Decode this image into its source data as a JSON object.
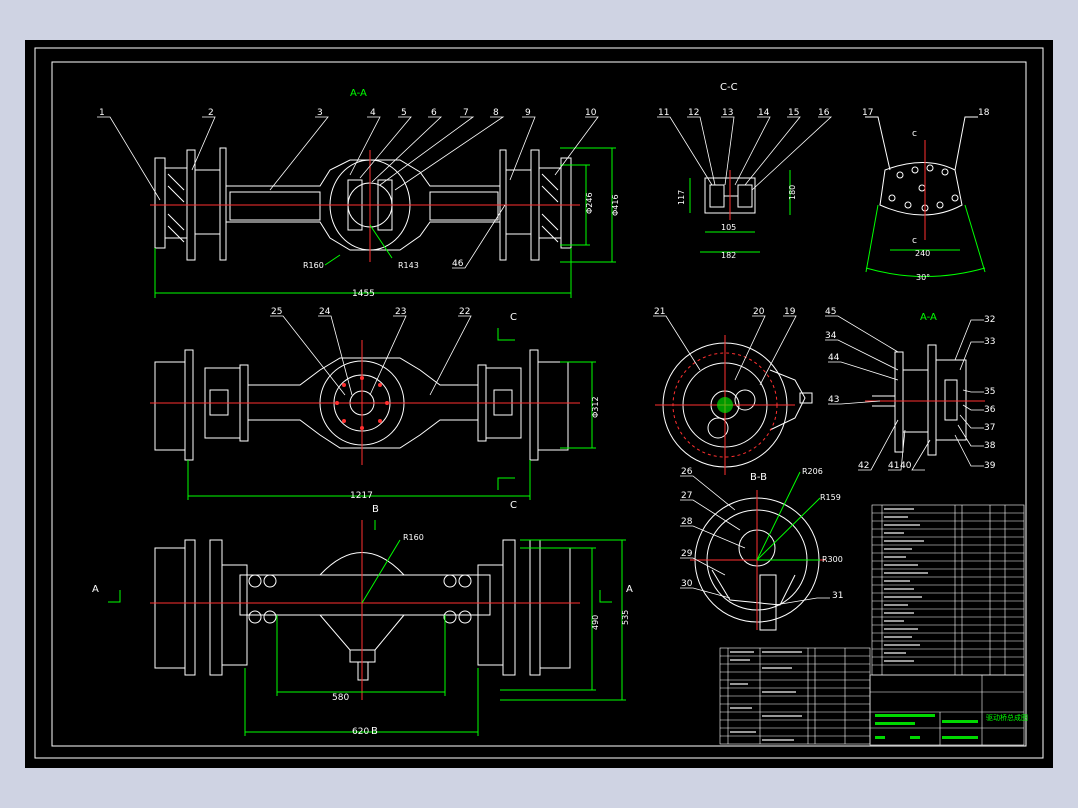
{
  "views": {
    "title_aa_top": "A-A",
    "title_cc": "C-C",
    "title_aa_right": "A-A",
    "title_bb": "B-B",
    "section_c_upper": "C",
    "section_c_lower": "C",
    "section_b_upper": "B",
    "section_b_lower": "B",
    "section_a_left": "A",
    "section_a_right": "A",
    "section_c_small_top": "c",
    "section_c_small_bottom": "c"
  },
  "balloons_top": [
    "1",
    "2",
    "3",
    "4",
    "5",
    "6",
    "7",
    "8",
    "9",
    "10"
  ],
  "balloons_cc": [
    "11",
    "12",
    "13",
    "14",
    "15",
    "16"
  ],
  "balloons_detail": [
    "17",
    "18"
  ],
  "balloons_mid": [
    "25",
    "24",
    "23",
    "22"
  ],
  "balloons_round": [
    "21",
    "20",
    "19"
  ],
  "balloons_aa_right": [
    "45",
    "34",
    "44",
    "43",
    "42",
    "41",
    "40",
    "32",
    "33",
    "35",
    "36",
    "37",
    "38",
    "39"
  ],
  "balloons_bb": [
    "26",
    "27",
    "28",
    "29",
    "30",
    "31"
  ],
  "balloon_46": "46",
  "dimensions": {
    "r160_top": "R160",
    "r143": "R143",
    "d246": "Φ246",
    "d416": "Φ416",
    "len_1455": "1455",
    "dim_117": "117",
    "dim_105": "105",
    "dim_182": "182",
    "dim_180": "180",
    "dim_240": "240",
    "angle_30": "30°",
    "d312": "Φ312",
    "len_1217": "1217",
    "r206": "R206",
    "r159": "R159",
    "r300": "R300",
    "r160_bottom": "R160",
    "dim_580": "580",
    "dim_620": "620",
    "dim_490": "490",
    "dim_535": "535"
  },
  "title_block": {
    "sheet_title": "驱动桥总成图"
  }
}
